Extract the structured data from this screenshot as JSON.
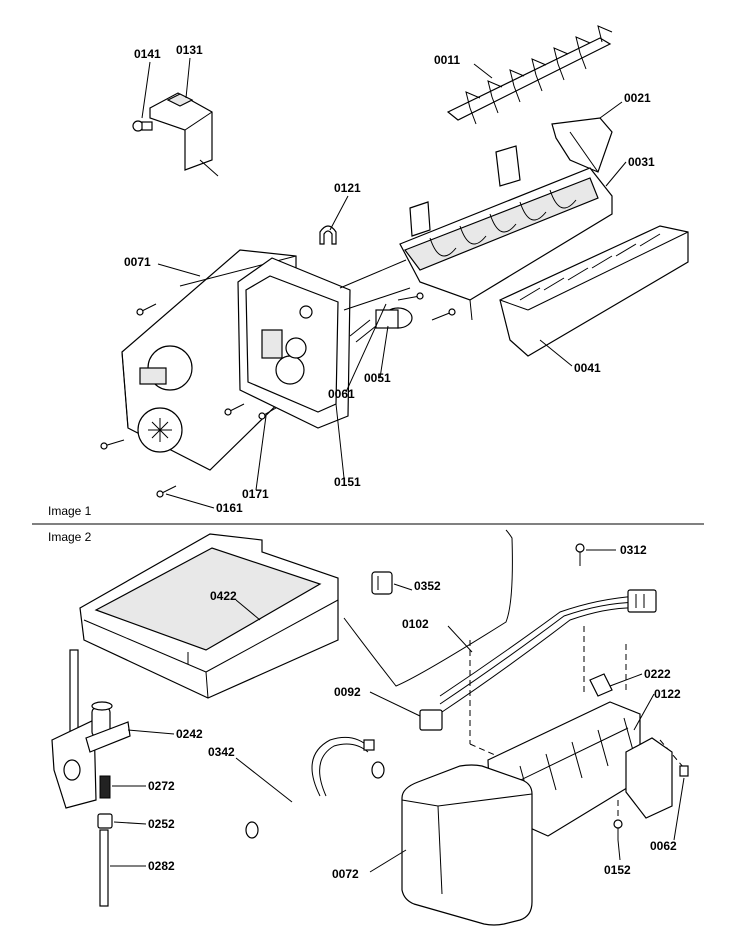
{
  "sections": {
    "image1": "Image 1",
    "image2": "Image 2"
  },
  "callouts": {
    "p0011": "0011",
    "p0021": "0021",
    "p0031": "0031",
    "p0041": "0041",
    "p0051": "0051",
    "p0061": "0061",
    "p0071": "0071",
    "p0121": "0121",
    "p0131": "0131",
    "p0141": "0141",
    "p0151": "0151",
    "p0161": "0161",
    "p0171": "0171",
    "p0422": "0422",
    "p0352": "0352",
    "p0312": "0312",
    "p0102": "0102",
    "p0222": "0222",
    "p0122": "0122",
    "p0092": "0092",
    "p0242": "0242",
    "p0342": "0342",
    "p0272": "0272",
    "p0252": "0252",
    "p0282": "0282",
    "p0072": "0072",
    "p0152": "0152",
    "p0062": "0062"
  }
}
